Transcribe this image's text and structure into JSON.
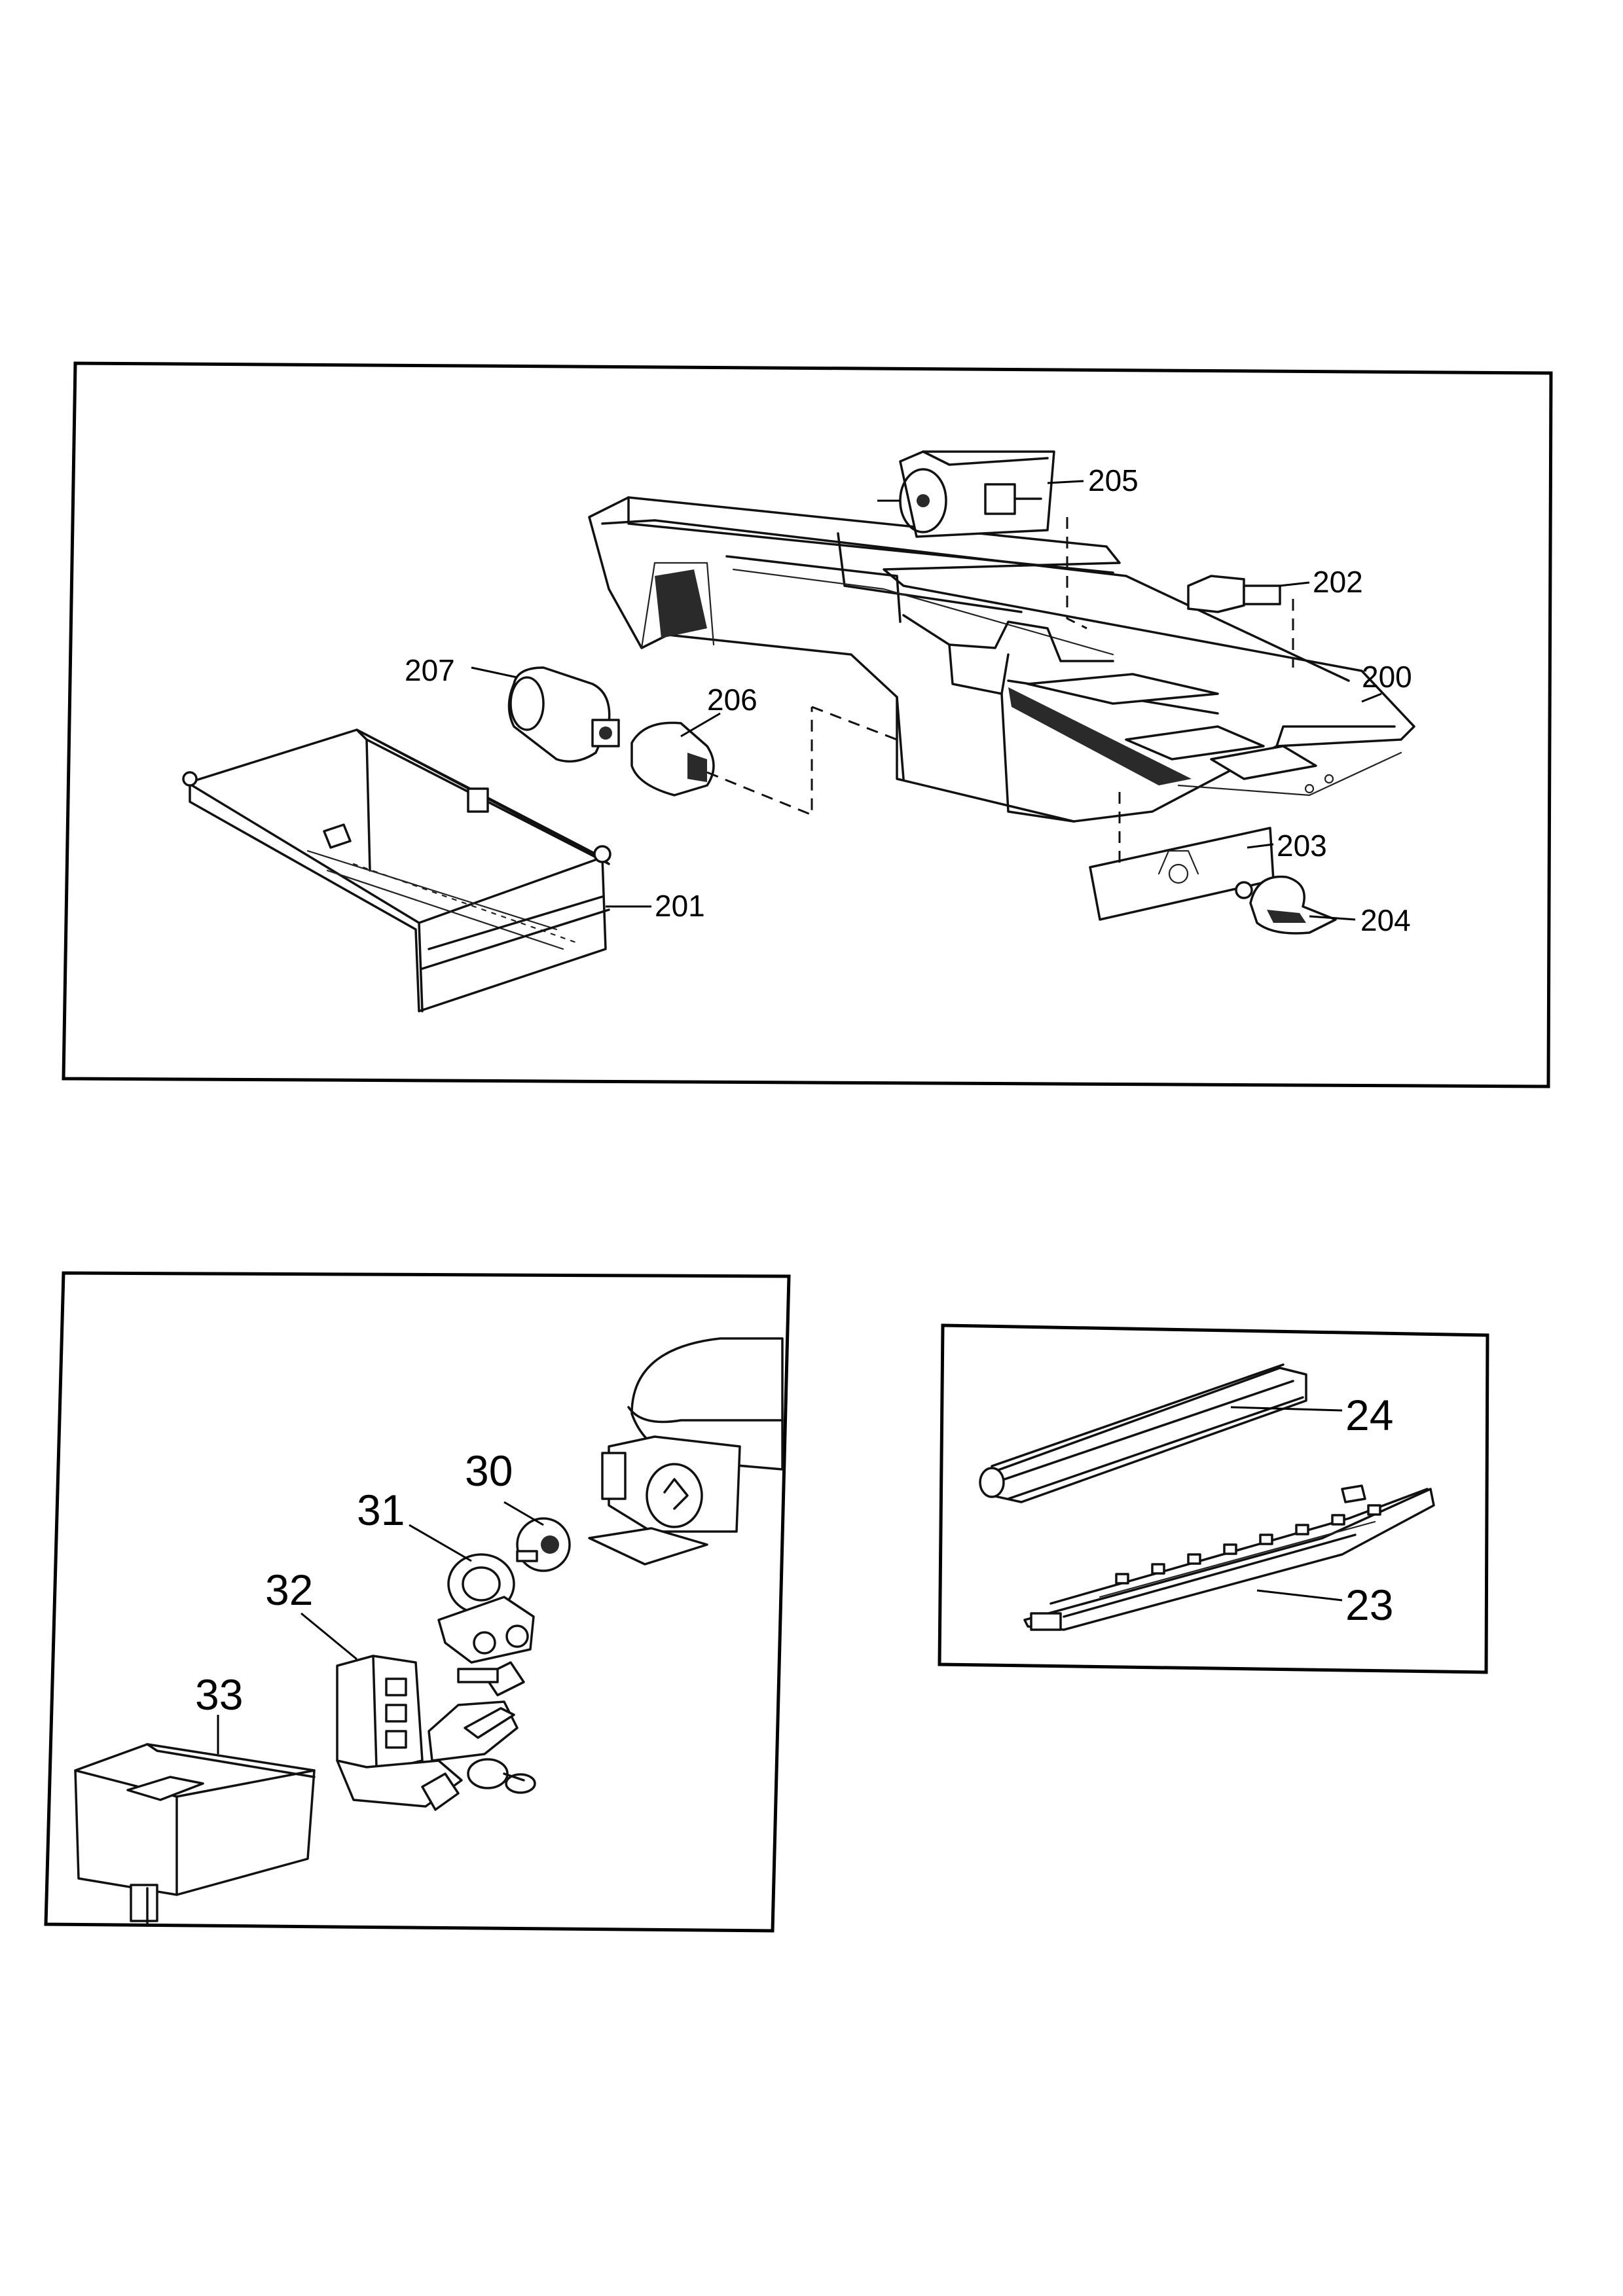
{
  "panels": {
    "top": {
      "labels": [
        "205",
        "202",
        "200",
        "207",
        "206",
        "203",
        "204",
        "201"
      ]
    },
    "bottom_left": {
      "labels": [
        "30",
        "31",
        "32",
        "33"
      ]
    },
    "bottom_right": {
      "labels": [
        "24",
        "23"
      ]
    }
  }
}
